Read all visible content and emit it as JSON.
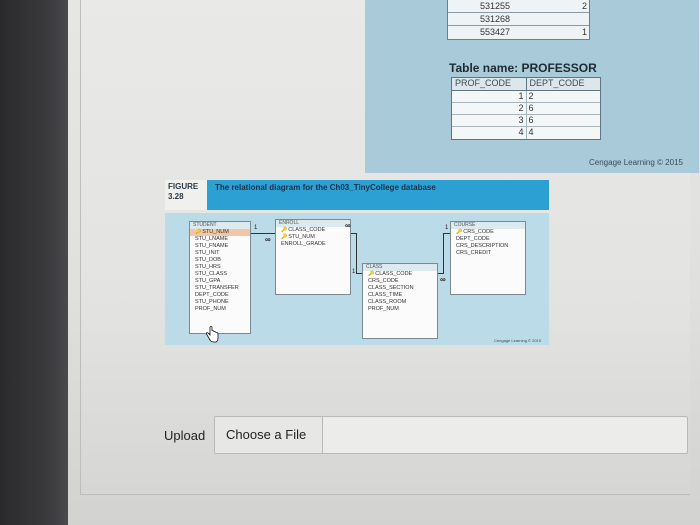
{
  "top_table": {
    "rows": [
      {
        "value": "531255",
        "n": "2"
      },
      {
        "value": "531268",
        "n": ""
      },
      {
        "value": "553427",
        "n": "1"
      }
    ]
  },
  "professor": {
    "title": "Table name: PROFESSOR",
    "columns": [
      "PROF_CODE",
      "DEPT_CODE"
    ],
    "rows": [
      [
        "1",
        "2"
      ],
      [
        "2",
        "6"
      ],
      [
        "3",
        "6"
      ],
      [
        "4",
        "4"
      ]
    ],
    "credit": "Cengage Learning © 2015"
  },
  "figure": {
    "label_line1": "FIGURE",
    "label_line2": "3.28",
    "caption": "The relational diagram for the Ch03_TinyCollege database",
    "credit": "Cengage Learning © 2015",
    "tables": {
      "student": {
        "name": "STUDENT",
        "fields": [
          "STU_NUM",
          "STU_LNAME",
          "STU_FNAME",
          "STU_INIT",
          "STU_DOB",
          "STU_HRS",
          "STU_CLASS",
          "STU_GPA",
          "STU_TRANSFER",
          "DEPT_CODE",
          "STU_PHONE",
          "PROF_NUM"
        ]
      },
      "enroll": {
        "name": "ENROLL",
        "fields": [
          "CLASS_CODE",
          "STU_NUM",
          "ENROLL_GRADE"
        ]
      },
      "class": {
        "name": "CLASS",
        "fields": [
          "CLASS_CODE",
          "CRS_CODE",
          "CLASS_SECTION",
          "CLASS_TIME",
          "CLASS_ROOM",
          "PROF_NUM"
        ]
      },
      "course": {
        "name": "COURSE",
        "fields": [
          "CRS_CODE",
          "DEPT_CODE",
          "CRS_DESCRIPTION",
          "CRS_CREDIT"
        ]
      }
    },
    "relationship_marks": {
      "one": "1",
      "many": "∞"
    }
  },
  "upload": {
    "label": "Upload",
    "button_label": "Choose a File"
  }
}
